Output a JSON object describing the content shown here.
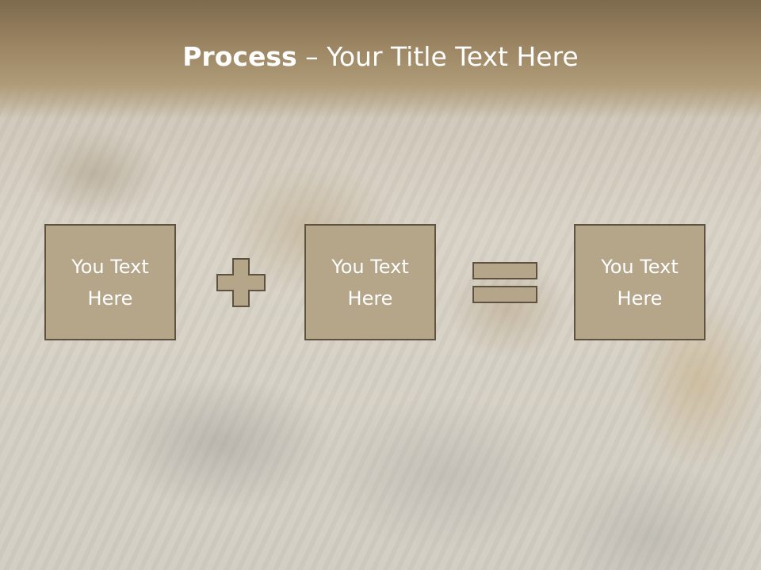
{
  "slide": {
    "title_bold": "Process",
    "title_rest": " – Your Title Text Here",
    "boxes": [
      {
        "text": "You Text\nHere"
      },
      {
        "text": "You Text\nHere"
      },
      {
        "text": "You Text\nHere"
      }
    ],
    "operators": [
      "plus-icon",
      "equals-icon"
    ],
    "colors": {
      "box_fill": "#b5a589",
      "box_border": "#5e5241",
      "title_band": "#9c8663",
      "text": "#ffffff"
    }
  }
}
